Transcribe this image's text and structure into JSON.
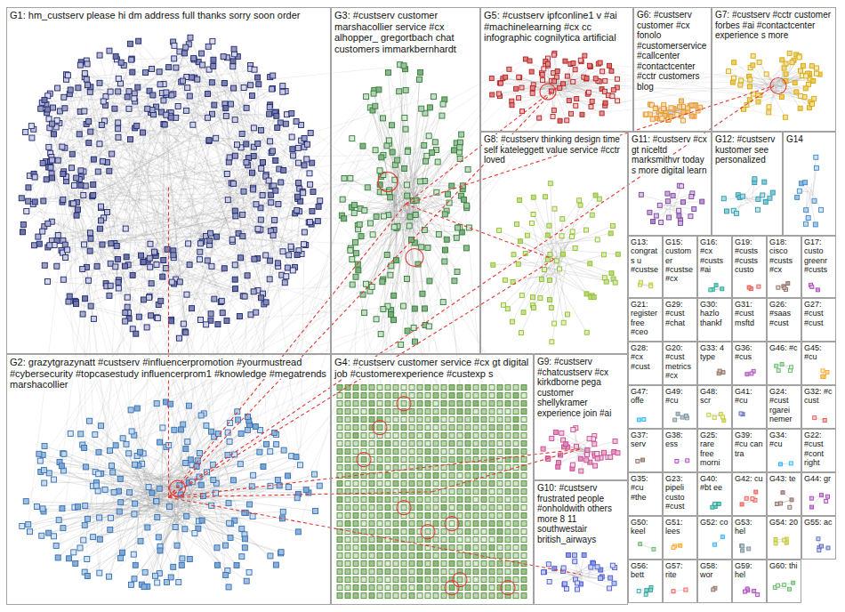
{
  "diagram": {
    "nodes": [
      {
        "text": [
          "G1: hm_custserv please hi dm address full thanks sorry soon order"
        ]
      },
      {
        "text": [
          "G3: #custserv customer marshacollier service #cx alhopper_ gregortbach chat customers immarkbernhardt"
        ]
      },
      {
        "text": [
          "G5: #custserv ipfconline1 v #ai #machinelearning #cx cc infographic cognilytica artificial"
        ]
      },
      {
        "text": [
          "G6: #custserv customer #cx fonolo #customerservice #callcenter #contactcenter #cctr customers blog"
        ]
      },
      {
        "text": [
          "G7: #custserv #cctr customer forbes #ai #contactcenter experience s more"
        ]
      },
      {
        "text": [
          "G8: #custserv thinking design time self kateleggett value service #cctr loved"
        ]
      },
      {
        "text": [
          "G11: #custserv #cx gt niceltd marksmithvr today s more digital learn"
        ]
      },
      {
        "text": [
          "G12: #custserv kustomer see personalized"
        ]
      },
      {
        "text": [
          "G14"
        ]
      },
      {
        "text": [
          "G13: congrats u #custse"
        ]
      },
      {
        "text": [
          "G15: customer #custse #cx"
        ]
      },
      {
        "text": [
          "G16: #cx #custs #ai"
        ]
      },
      {
        "text": [
          "G19: #custs #custs custo"
        ]
      },
      {
        "text": [
          "G18: cisco #custs #cx"
        ]
      },
      {
        "text": [
          "G17: custo greenr #custs"
        ]
      },
      {
        "text": [
          "G21: register free #ceo"
        ]
      },
      {
        "text": [
          "G29: #cust #chat"
        ]
      },
      {
        "text": [
          "G30: hazlo thankf"
        ]
      },
      {
        "text": [
          "G31: #cust msftd"
        ]
      },
      {
        "text": [
          "G26: #saas #cust"
        ]
      },
      {
        "text": [
          "G27: #cust #cust"
        ]
      },
      {
        "text": [
          "G28: #cx #cust"
        ]
      },
      {
        "text": [
          "G20: #cust metrics #cx"
        ]
      },
      {
        "text": [
          "G33: 4 type"
        ]
      },
      {
        "text": [
          "G36: #cus"
        ]
      },
      {
        "text": [
          "G46: #c"
        ]
      },
      {
        "text": [
          "G45: #cu"
        ]
      },
      {
        "text": [
          "G47: offe"
        ]
      },
      {
        "text": [
          "G49: #cu"
        ]
      },
      {
        "text": [
          "G48: scr"
        ]
      },
      {
        "text": [
          "G41: #cu"
        ]
      },
      {
        "text": [
          "G24: #cust rgarei nemer"
        ]
      },
      {
        "text": [
          "G32: #c cust"
        ]
      },
      {
        "text": [
          "G37: serv"
        ]
      },
      {
        "text": [
          "G38: ess"
        ]
      },
      {
        "text": [
          "G25: rare free morni"
        ]
      },
      {
        "text": [
          "G39: #cu can tra"
        ]
      },
      {
        "text": [
          "G34: #cu"
        ]
      },
      {
        "text": [
          "G22: #cust #cont right"
        ]
      },
      {
        "text": [
          "G35: #cu #the"
        ]
      },
      {
        "text": [
          "G23: pipeli custo #cust"
        ]
      },
      {
        "text": [
          "G40: #bt ee"
        ]
      },
      {
        "text": [
          "G42: cu"
        ]
      },
      {
        "text": [
          "G43: te"
        ]
      },
      {
        "text": [
          "G44: gr"
        ]
      },
      {
        "text": [
          "G50: keel"
        ]
      },
      {
        "text": [
          "G51: lees"
        ]
      },
      {
        "text": [
          "G52: co"
        ]
      },
      {
        "text": [
          "G53: hel"
        ]
      },
      {
        "text": [
          "G54: 20"
        ]
      },
      {
        "text": [
          "G55: ac"
        ]
      },
      {
        "text": [
          "G56: bett"
        ]
      },
      {
        "text": [
          "G57: rite"
        ]
      },
      {
        "text": [
          "G58: wor"
        ]
      },
      {
        "text": [
          "G59: hel"
        ]
      },
      {
        "text": [
          "G60: thi"
        ]
      },
      {
        "text": [
          "G2: grazytgrazynatt #custserv #influencerpromotion #yourmustread #cybersecurity #topcasestudy influencerprom1 #knowledge #megatrends marshacollier"
        ]
      },
      {
        "text": [
          "G4: #custserv customer service #cx gt digital job #customerexperience #custexp s"
        ]
      },
      {
        "text": [
          "G9: #custserv #chatcustserv #cx kirkdborne pega customer shellykramer experience join #ai"
        ]
      },
      {
        "text": [
          "G10: #custserv frustrated people #onholdwith others more 8 11 southwestair british_airways"
        ]
      }
    ]
  }
}
